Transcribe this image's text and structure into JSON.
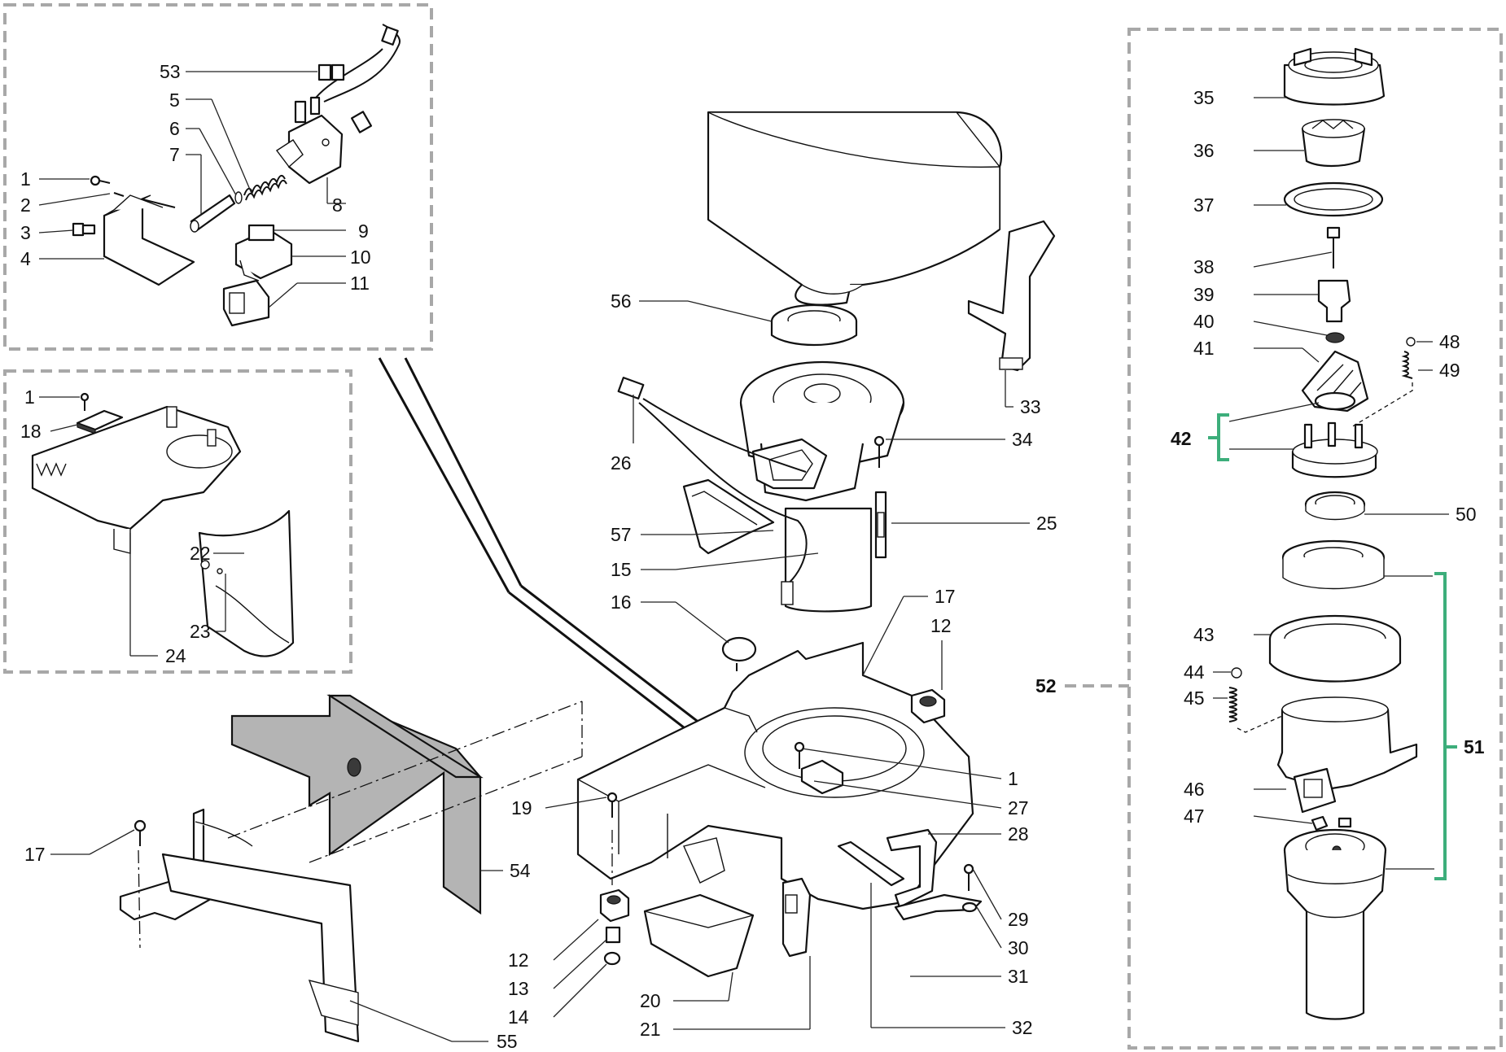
{
  "accent_color": "#3dae7b",
  "panel_color": "#a8a8a8",
  "callouts": [
    {
      "id": "tl-53",
      "label": "53"
    },
    {
      "id": "tl-5",
      "label": "5"
    },
    {
      "id": "tl-6",
      "label": "6"
    },
    {
      "id": "tl-7",
      "label": "7"
    },
    {
      "id": "tl-1",
      "label": "1"
    },
    {
      "id": "tl-2",
      "label": "2"
    },
    {
      "id": "tl-3",
      "label": "3"
    },
    {
      "id": "tl-4",
      "label": "4"
    },
    {
      "id": "tl-8",
      "label": "8"
    },
    {
      "id": "tl-9",
      "label": "9"
    },
    {
      "id": "tl-10",
      "label": "10"
    },
    {
      "id": "tl-11",
      "label": "11"
    },
    {
      "id": "ml-1",
      "label": "1"
    },
    {
      "id": "ml-18",
      "label": "18"
    },
    {
      "id": "ml-22",
      "label": "22"
    },
    {
      "id": "ml-23",
      "label": "23"
    },
    {
      "id": "ml-24",
      "label": "24"
    },
    {
      "id": "bl-17",
      "label": "17"
    },
    {
      "id": "bl-54",
      "label": "54"
    },
    {
      "id": "bl-55",
      "label": "55"
    },
    {
      "id": "c-56",
      "label": "56"
    },
    {
      "id": "c-26",
      "label": "26"
    },
    {
      "id": "c-57",
      "label": "57"
    },
    {
      "id": "c-15",
      "label": "15"
    },
    {
      "id": "c-16",
      "label": "16"
    },
    {
      "id": "c-33",
      "label": "33"
    },
    {
      "id": "c-34",
      "label": "34"
    },
    {
      "id": "c-25",
      "label": "25"
    },
    {
      "id": "c-17",
      "label": "17"
    },
    {
      "id": "c-12a",
      "label": "12"
    },
    {
      "id": "c-1",
      "label": "1"
    },
    {
      "id": "c-27",
      "label": "27"
    },
    {
      "id": "c-28",
      "label": "28"
    },
    {
      "id": "c-29",
      "label": "29"
    },
    {
      "id": "c-30",
      "label": "30"
    },
    {
      "id": "c-31",
      "label": "31"
    },
    {
      "id": "c-32",
      "label": "32"
    },
    {
      "id": "c-19",
      "label": "19"
    },
    {
      "id": "c-12b",
      "label": "12"
    },
    {
      "id": "c-13",
      "label": "13"
    },
    {
      "id": "c-14",
      "label": "14"
    },
    {
      "id": "c-20",
      "label": "20"
    },
    {
      "id": "c-21",
      "label": "21"
    },
    {
      "id": "r-35",
      "label": "35"
    },
    {
      "id": "r-36",
      "label": "36"
    },
    {
      "id": "r-37",
      "label": "37"
    },
    {
      "id": "r-38",
      "label": "38"
    },
    {
      "id": "r-39",
      "label": "39"
    },
    {
      "id": "r-40",
      "label": "40"
    },
    {
      "id": "r-41",
      "label": "41"
    },
    {
      "id": "r-48",
      "label": "48"
    },
    {
      "id": "r-49",
      "label": "49"
    },
    {
      "id": "r-42",
      "label": "42"
    },
    {
      "id": "r-50",
      "label": "50"
    },
    {
      "id": "r-43",
      "label": "43"
    },
    {
      "id": "r-44",
      "label": "44"
    },
    {
      "id": "r-45",
      "label": "45"
    },
    {
      "id": "r-46",
      "label": "46"
    },
    {
      "id": "r-47",
      "label": "47"
    },
    {
      "id": "r-51",
      "label": "51"
    },
    {
      "id": "r-52",
      "label": "52"
    }
  ]
}
